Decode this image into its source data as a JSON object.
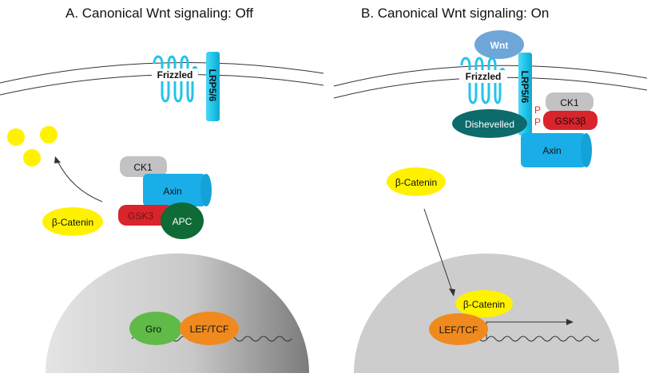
{
  "panel_a": {
    "title": "A. Canonical Wnt signaling:  Off",
    "frizzled_label": "Frizzled",
    "lrp_label": "LRP5/6",
    "ck1_label": "CK1",
    "axin_label": "Axin",
    "gsk3_label": "GSK3",
    "apc_label": "APC",
    "beta_catenin_label": "β-Catenin",
    "gro_label": "Gro",
    "lef_tcf_label": "LEF/TCF"
  },
  "panel_b": {
    "title": "B. Canonical Wnt signaling:  On",
    "wnt_label": "Wnt",
    "frizzled_label": "Frizzled",
    "lrp_label": "LRP5/6",
    "phospho_label_1": "P",
    "phospho_label_2": "P",
    "dishevelled_label": "Dishevelled",
    "ck1_label": "CK1",
    "gsk3b_label": "GSK3β",
    "axin_label": "Axin",
    "beta_catenin_cyto_label": "β-Catenin",
    "beta_catenin_nuc_label": "β-Catenin",
    "lef_tcf_label": "LEF/TCF"
  },
  "colors": {
    "receptor_cyan": "#1ec6ec",
    "axin_blue": "#19aee8",
    "ck1_gray": "#c2c2c4",
    "gsk3_red": "#d9242b",
    "apc_green": "#0e6b35",
    "gro_green": "#5fba47",
    "lef_orange": "#f08a1e",
    "catenin_yellow": "#fff200",
    "dishevelled_teal": "#0d6b6b",
    "wnt_blue": "#6ea6d8",
    "nucleus_gray": "#cdcdcd",
    "phospho_red": "#e0312b"
  },
  "icons": [
    "frizzled-seven-pass-receptor-icon",
    "degraded-fragments-icon"
  ]
}
